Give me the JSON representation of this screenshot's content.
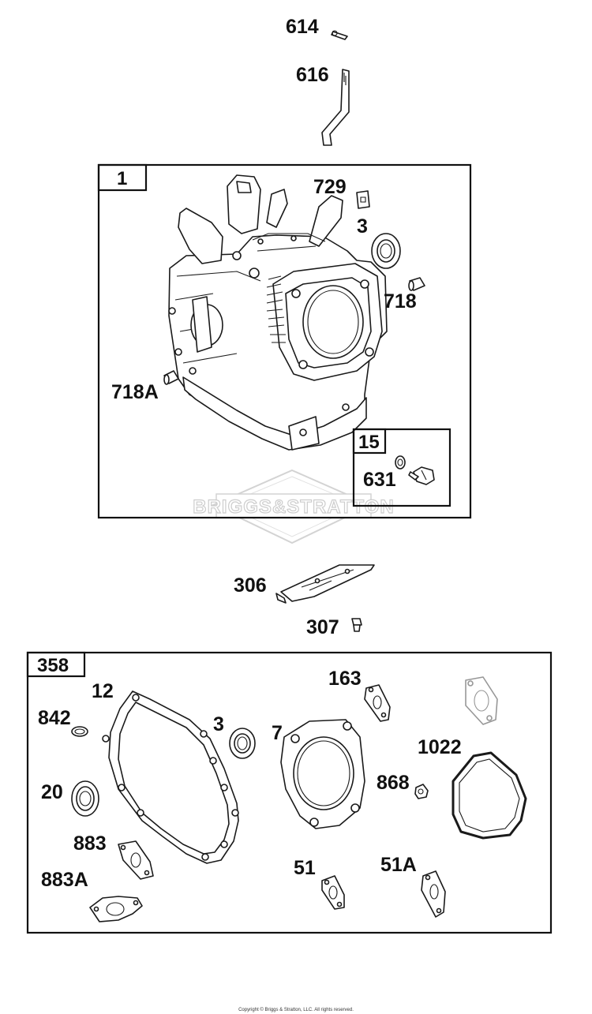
{
  "diagram": {
    "labels": {
      "p614": "614",
      "p616": "616",
      "p729": "729",
      "p3_top": "3",
      "p718": "718",
      "p718A": "718A",
      "p631": "631",
      "p306": "306",
      "p307": "307",
      "p12": "12",
      "p842": "842",
      "p3_kit": "3",
      "p7": "7",
      "p163": "163",
      "p1022": "1022",
      "p868": "868",
      "p20": "20",
      "p883": "883",
      "p883A": "883A",
      "p51": "51",
      "p51A": "51A"
    },
    "boxes": {
      "engine_block": "1",
      "hardware_kit": "15",
      "gasket_set": "358"
    },
    "watermark": "BRIGGS&STRATTON",
    "copyright": "Copyright © Briggs & Stratton, LLC. All rights reserved."
  }
}
